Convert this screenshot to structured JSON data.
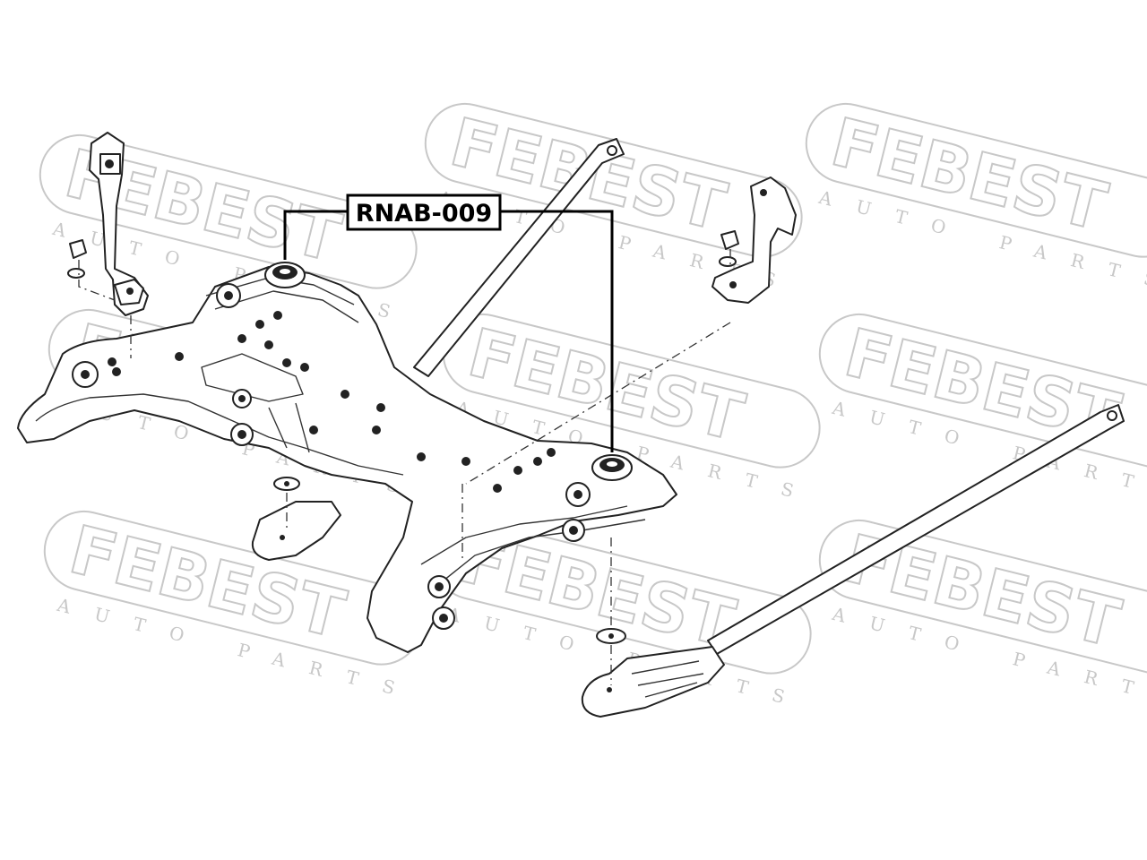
{
  "part_label": "RNAB-009",
  "watermark": {
    "brand": "FEBEST",
    "tagline": "AUTO PARTS"
  },
  "colors": {
    "line": "#222222",
    "watermark": "#c8c8c8",
    "background": "#ffffff"
  }
}
